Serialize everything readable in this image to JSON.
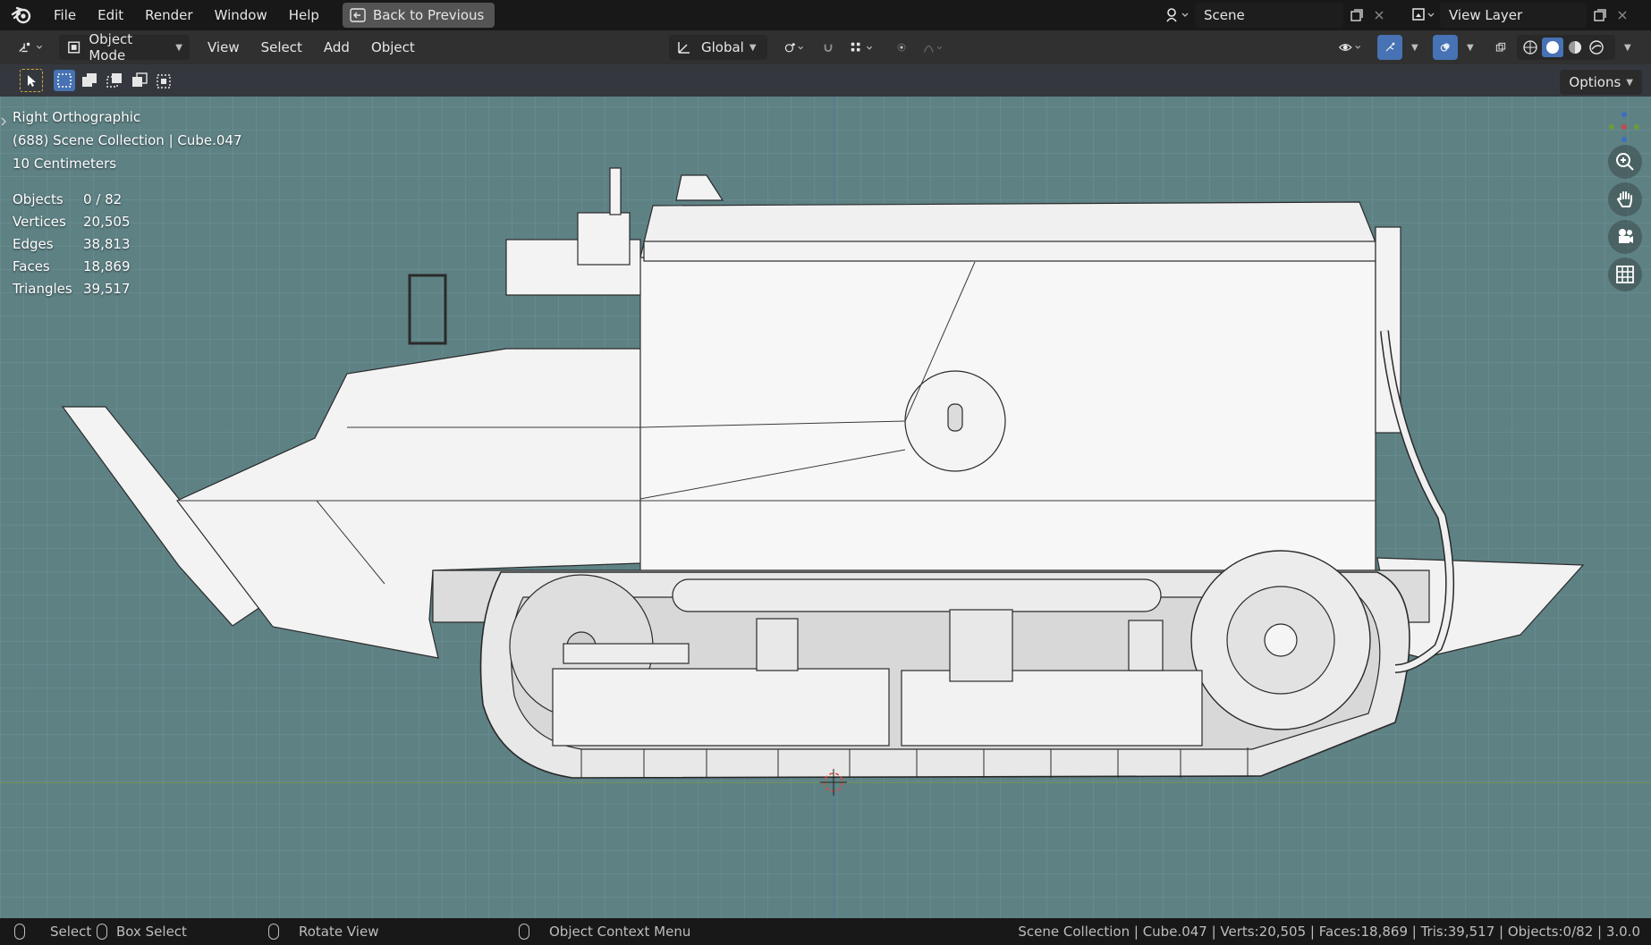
{
  "menu": {
    "items": [
      "File",
      "Edit",
      "Render",
      "Window",
      "Help"
    ],
    "back_label": "Back to Previous",
    "scene_value": "Scene",
    "view_layer_value": "View Layer"
  },
  "header": {
    "mode": "Object Mode",
    "menus": [
      "View",
      "Select",
      "Add",
      "Object"
    ],
    "orientation": "Global"
  },
  "toolrow": {
    "options_label": "Options"
  },
  "viewport": {
    "view_name": "Right Orthographic",
    "collection_info": "(688) Scene Collection | Cube.047",
    "scale": "10 Centimeters",
    "stats": [
      {
        "label": "Objects",
        "value": "0 / 82"
      },
      {
        "label": "Vertices",
        "value": "20,505"
      },
      {
        "label": "Edges",
        "value": "38,813"
      },
      {
        "label": "Faces",
        "value": "18,869"
      },
      {
        "label": "Triangles",
        "value": "39,517"
      }
    ]
  },
  "statusbar": {
    "select": "Select",
    "box_select": "Box Select",
    "rotate_view": "Rotate View",
    "context_menu": "Object Context Menu",
    "info": "Scene Collection | Cube.047 | Verts:20,505 | Faces:18,869 | Tris:39,517 | Objects:0/82 | 3.0.0"
  },
  "colors": {
    "viewport_bg": "#5e8184",
    "accent_blue": "#4772b3",
    "axis_red": "#c44a4a",
    "axis_green": "#6f9a3a",
    "axis_blue": "#3c6fc0"
  }
}
